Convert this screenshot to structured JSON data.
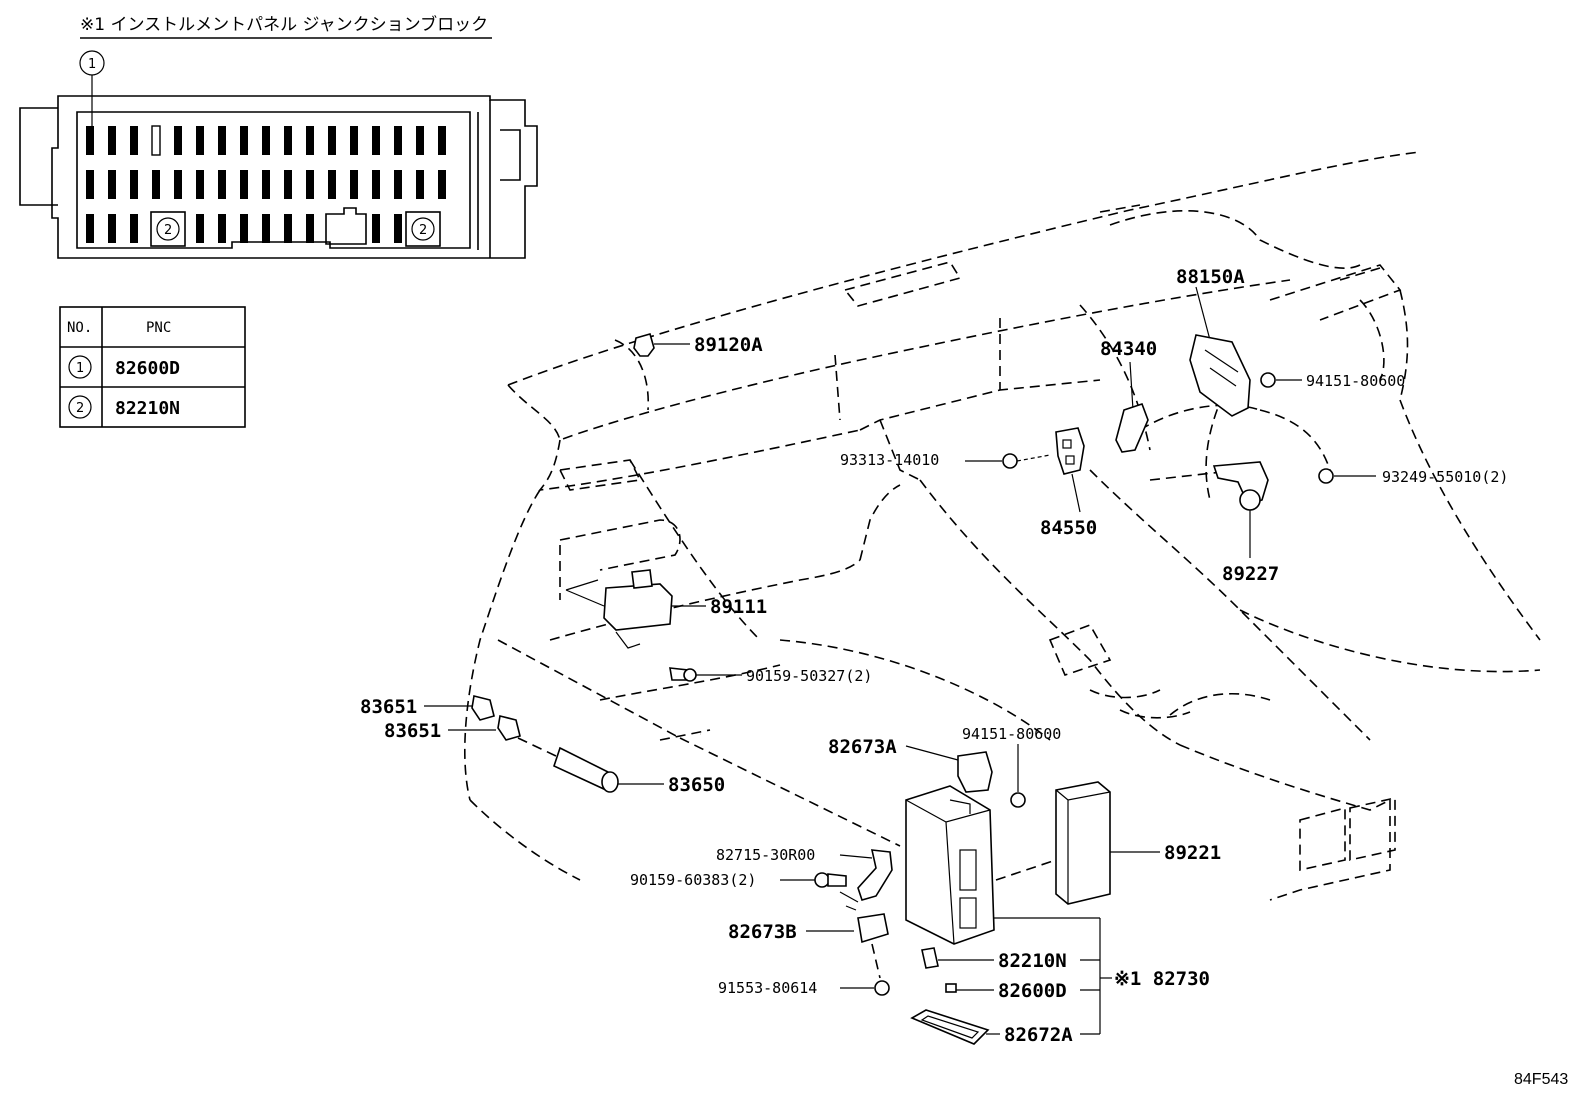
{
  "junction_block": {
    "title": "※1 インストルメントパネル ジャンクションブロック",
    "callout_1": "1",
    "callout_2": "2"
  },
  "table": {
    "header_no": "NO.",
    "header_pnc": "PNC",
    "rows": [
      {
        "no": "1",
        "pnc": "82600D"
      },
      {
        "no": "2",
        "pnc": "82210N"
      }
    ]
  },
  "parts": {
    "p88150A": "88150A",
    "p89120A": "89120A",
    "p84340": "84340",
    "p94151_80600_a": "94151-80600",
    "p93313_14010": "93313-14010",
    "p93249_55010": "93249-55010(2)",
    "p84550": "84550",
    "p89227": "89227",
    "p89111": "89111",
    "p90159_50327": "90159-50327(2)",
    "p83651_a": "83651",
    "p83651_b": "83651",
    "p94151_80600_b": "94151-80600",
    "p82673A": "82673A",
    "p83650": "83650",
    "p89221": "89221",
    "p82715_30R00": "82715-30R00",
    "p90159_60383": "90159-60383(2)",
    "p82673B": "82673B",
    "p82210N": "82210N",
    "p82730": "※1 82730",
    "p91553_80614": "91553-80614",
    "p82600D": "82600D",
    "p82672A": "82672A"
  },
  "figure_code": "84F543"
}
